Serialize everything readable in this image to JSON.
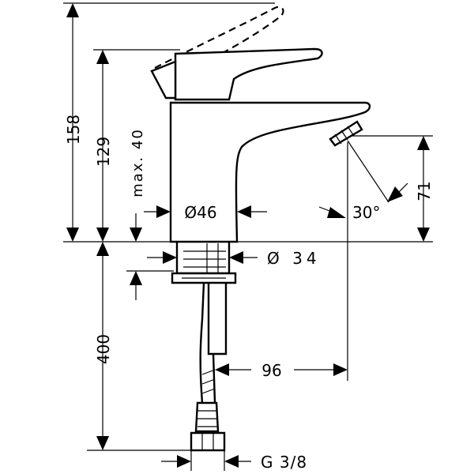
{
  "dimensions": {
    "total_height": "158",
    "spout_height": "129",
    "max_handle": "max. 40",
    "base_diameter": "Ø46",
    "shank_diameter": "Ø 34",
    "hose_length": "400",
    "spout_reach": "96",
    "outlet_height": "71",
    "outlet_angle": "30°",
    "connection_thread": "G 3/8"
  }
}
